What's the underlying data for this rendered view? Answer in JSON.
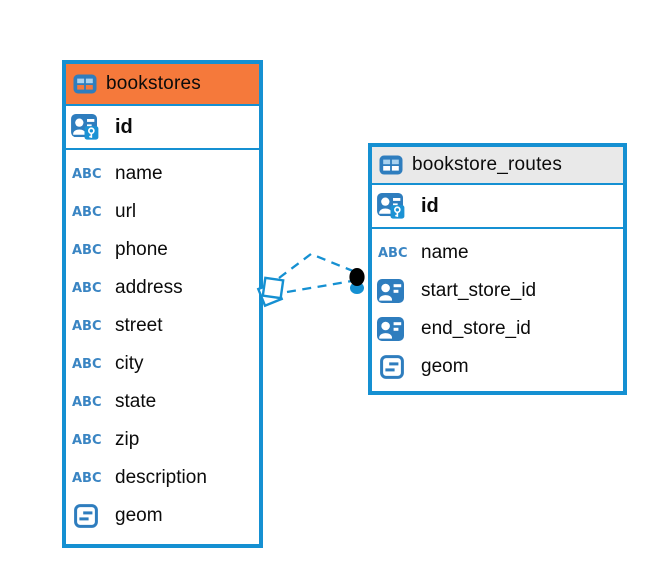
{
  "diagram": {
    "type": "entity-relationship",
    "colors": {
      "accent": "#1590D2",
      "header_bookstores": "#F5793B",
      "header_routes": "#E9E9E9",
      "icon_blue": "#2E7DBE",
      "icon_cell_light": "#A9D2EF",
      "abc_blue": "#3A85C3",
      "key_patch": "#1B92D4",
      "ink": "#0B0B0B",
      "canvas_bg": "#FFFFFF",
      "relation_dot": "#000000"
    },
    "icons": {
      "abc_glyph": "ABC"
    },
    "tables": [
      {
        "name": "bookstores",
        "primary_key": "id",
        "fields": [
          {
            "name": "name",
            "type": "text"
          },
          {
            "name": "url",
            "type": "text"
          },
          {
            "name": "phone",
            "type": "text"
          },
          {
            "name": "address",
            "type": "text"
          },
          {
            "name": "street",
            "type": "text"
          },
          {
            "name": "city",
            "type": "text"
          },
          {
            "name": "state",
            "type": "text"
          },
          {
            "name": "zip",
            "type": "text"
          },
          {
            "name": "description",
            "type": "text"
          },
          {
            "name": "geom",
            "type": "geometry"
          }
        ]
      },
      {
        "name": "bookstore_routes",
        "primary_key": "id",
        "fields": [
          {
            "name": "name",
            "type": "text"
          },
          {
            "name": "start_store_id",
            "type": "reference"
          },
          {
            "name": "end_store_id",
            "type": "reference"
          },
          {
            "name": "geom",
            "type": "geometry"
          }
        ]
      }
    ],
    "relations": {
      "count": 2,
      "between": [
        "bookstores",
        "bookstore_routes"
      ],
      "line_style": "dashed"
    }
  }
}
